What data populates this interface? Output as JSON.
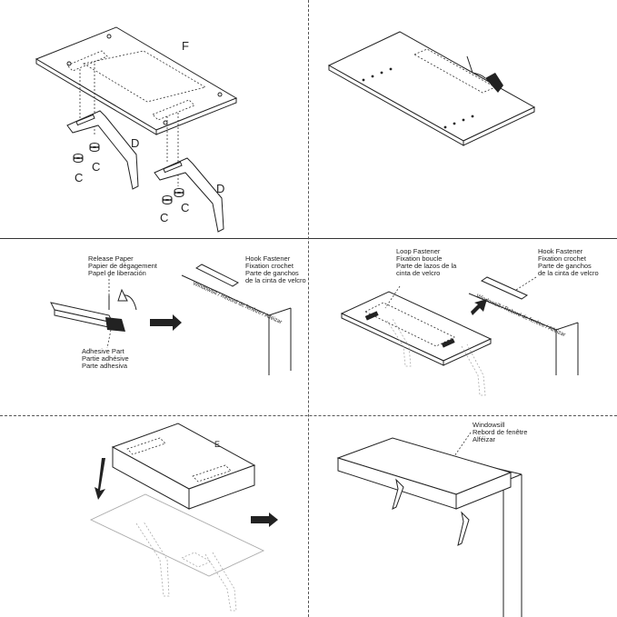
{
  "panel1": {
    "label_f": "F",
    "label_d1": "D",
    "label_d2": "D",
    "label_c1": "C",
    "label_c2": "C",
    "label_c3": "C",
    "label_c4": "C"
  },
  "panel3": {
    "release_paper": [
      "Release Paper",
      "Papier de dégagement",
      "Papel de liberación"
    ],
    "adhesive_part": [
      "Adhesive Part",
      "Partie adhésive",
      "Parte adhesiva"
    ],
    "hook_fastener": [
      "Hook Fastener",
      "Fixation crochet",
      "Parte de ganchos",
      "de la cinta de velcro"
    ],
    "windowsill": "Windowsill / Rebord de fenêtre / Alféizar"
  },
  "panel4": {
    "loop_fastener": [
      "Loop Fastener",
      "Fixation boucle",
      "Parte de lazos de la",
      "cinta de velcro"
    ],
    "hook_fastener": [
      "Hook Fastener",
      "Fixation crochet",
      "Parte de ganchos",
      "de la cinta de velcro"
    ],
    "windowsill": "Windowsill / Rebord de fenêtre / Alféizar"
  },
  "panel5": {
    "label_e": "E"
  },
  "panel6": {
    "windowsill": [
      "Windowsill",
      "Rebord de fenêtre",
      "Alféizar"
    ]
  },
  "colors": {
    "line": "#222222",
    "ghost": "#aaaaaa",
    "divider": "#555555"
  }
}
